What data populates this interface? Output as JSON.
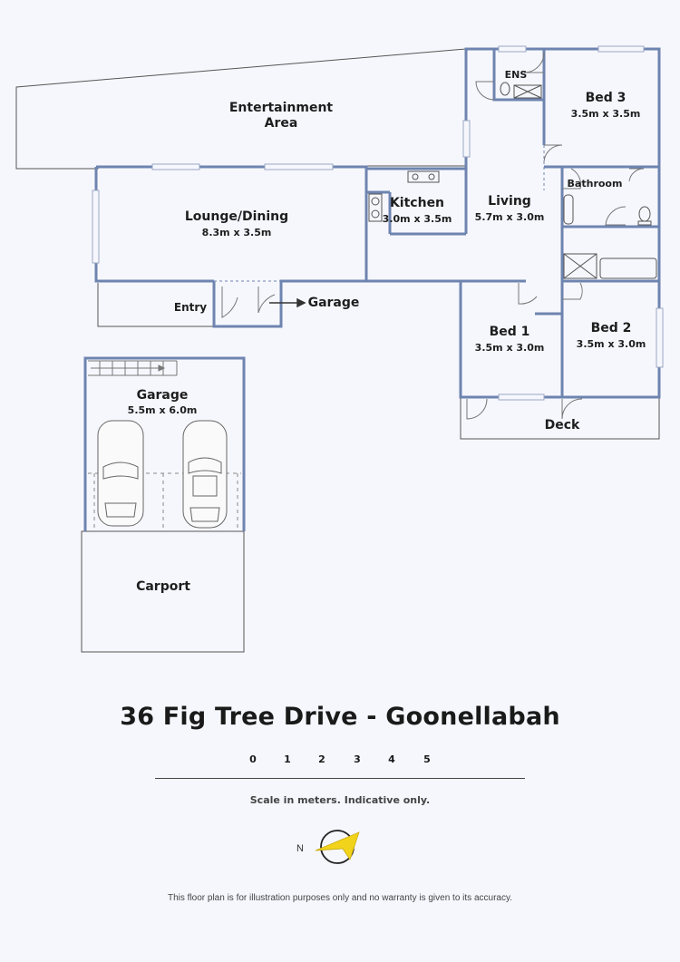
{
  "plan": {
    "rooms": {
      "entertainment": {
        "name": "Entertainment\nArea"
      },
      "lounge": {
        "name": "Lounge/Dining",
        "size": "8.3m x 3.5m"
      },
      "kitchen": {
        "name": "Kitchen",
        "size": "3.0m x 3.5m"
      },
      "living": {
        "name": "Living",
        "size": "5.7m x 3.0m"
      },
      "ens": {
        "name": "ENS"
      },
      "bed3": {
        "name": "Bed 3",
        "size": "3.5m x 3.5m"
      },
      "bathroom": {
        "name": "Bathroom"
      },
      "entry": {
        "name": "Entry"
      },
      "garage_arrow": {
        "name": "Garage"
      },
      "bed1": {
        "name": "Bed 1",
        "size": "3.5m x 3.0m"
      },
      "bed2": {
        "name": "Bed 2",
        "size": "3.5m x 3.0m"
      },
      "deck": {
        "name": "Deck"
      },
      "garage": {
        "name": "Garage",
        "size": "5.5m x 6.0m"
      },
      "carport": {
        "name": "Carport"
      }
    },
    "wall_color": "#6e84b0"
  },
  "footer": {
    "title": "36 Fig Tree Drive - Goonellabah",
    "scale_ticks": [
      "0",
      "1",
      "2",
      "3",
      "4",
      "5"
    ],
    "scale_note": "Scale in meters. Indicative only.",
    "north": "N",
    "compass_color": "#f2d31b",
    "disclaimer": "This floor plan is for illustration purposes only and no warranty is given to its accuracy."
  }
}
